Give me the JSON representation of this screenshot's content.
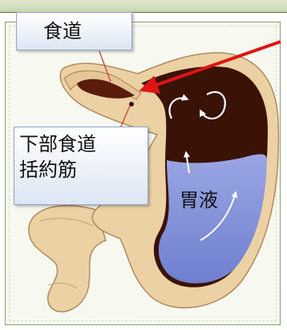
{
  "labels": {
    "esophagus": "食道",
    "les_line1": "下部食道",
    "les_line2": "括約筋",
    "gastric_juice": "胃液"
  },
  "colors": {
    "stomach_wall": "#ecd1a4",
    "stomach_interior": "#3a1206",
    "gastric_juice": "#7f8fd8",
    "arrow": "#e01414",
    "label_box_fill": "#dde6f4",
    "label_box_border": "#8fa3c4"
  },
  "icons": {
    "pointer": "red-arrow-icon",
    "reflux_flow": "curved-arrow-icon"
  }
}
